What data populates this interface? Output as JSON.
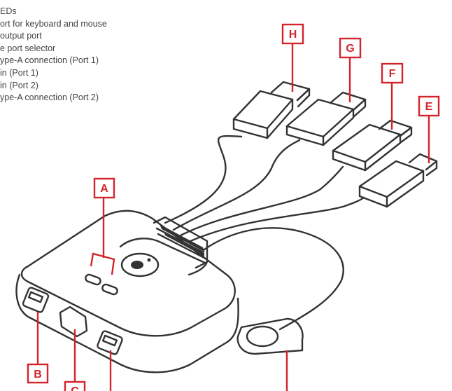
{
  "legend": {
    "items": [
      "EDs",
      "ort for keyboard and mouse",
      "output port",
      "e port selector",
      "ype-A connection (Port 1)",
      "in (Port 1)",
      "in (Port 2)",
      "ype-A connection (Port 2)"
    ]
  },
  "callouts": {
    "A": "A",
    "B": "B",
    "C": "C",
    "E": "E",
    "F": "F",
    "G": "G",
    "H": "H"
  },
  "colors": {
    "callout": "#d3242b",
    "outline": "#333333",
    "text": "#444444"
  }
}
